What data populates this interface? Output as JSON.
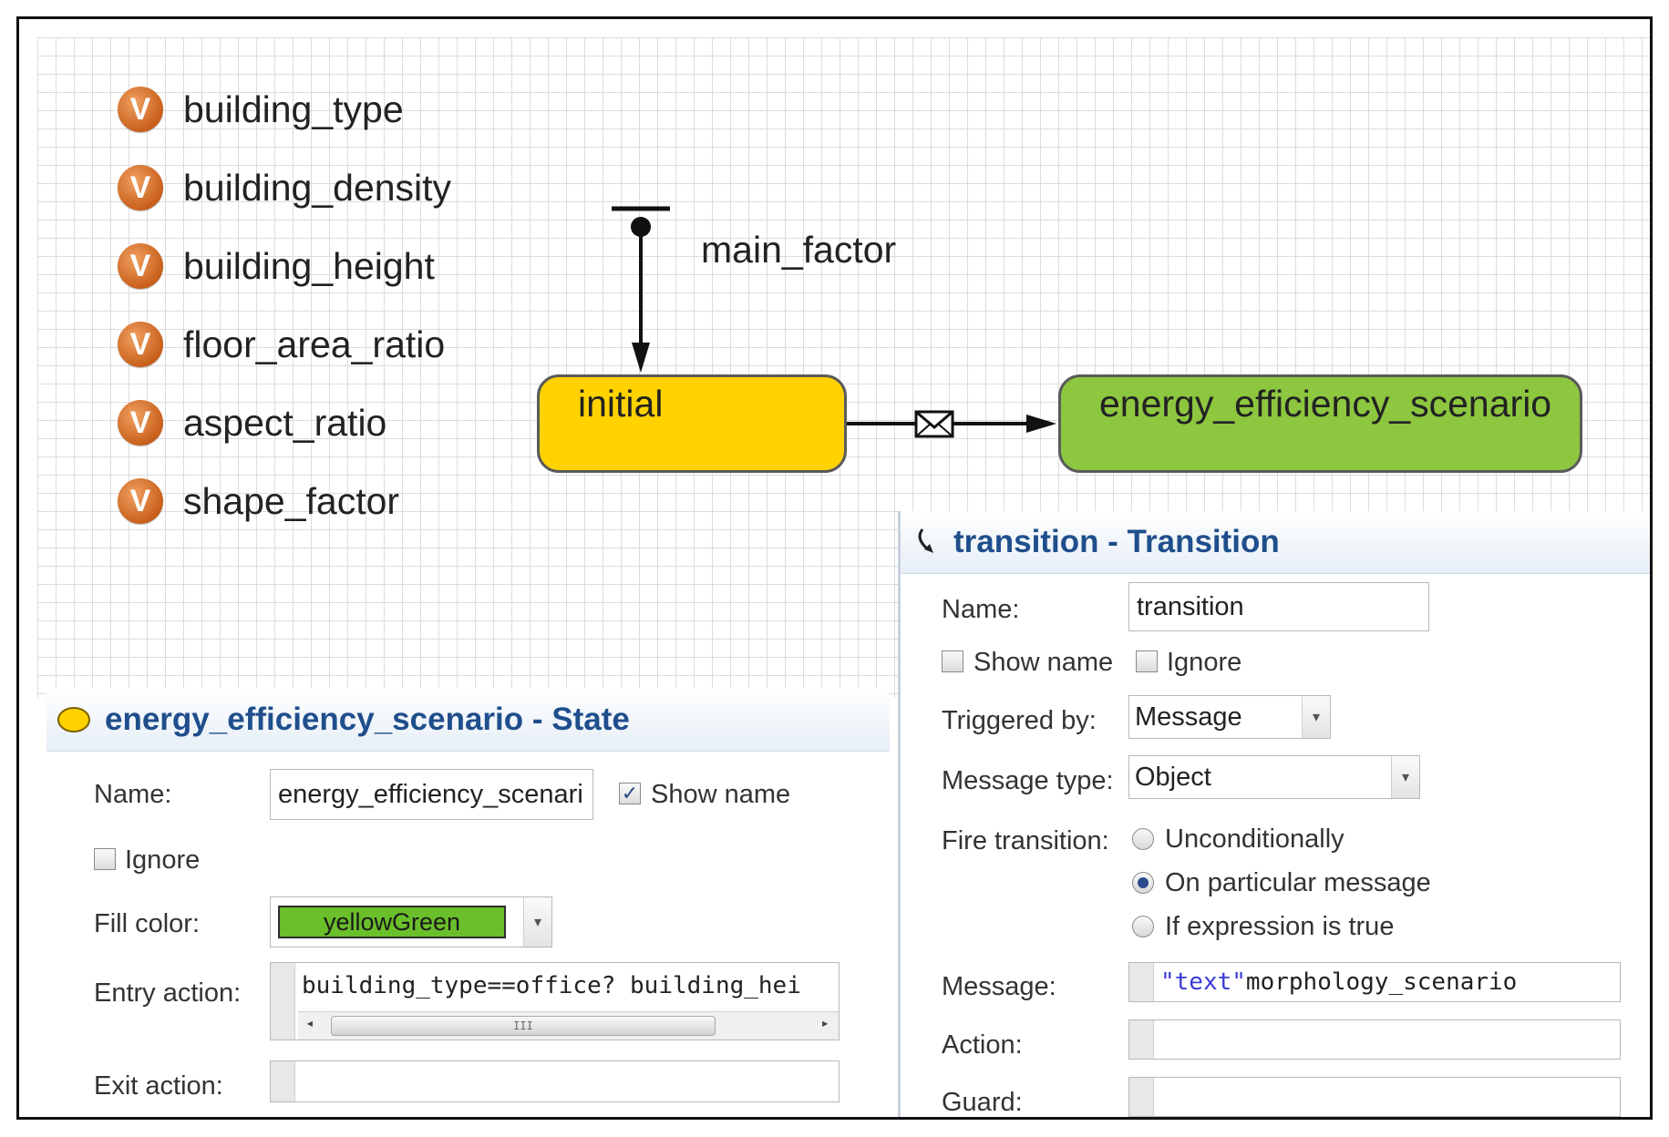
{
  "variables": [
    {
      "icon": "variable-icon",
      "glyph": "V",
      "label": "building_type"
    },
    {
      "icon": "variable-icon",
      "glyph": "V",
      "label": "building_density"
    },
    {
      "icon": "variable-icon",
      "glyph": "V",
      "label": "building_height"
    },
    {
      "icon": "variable-icon",
      "glyph": "V",
      "label": "floor_area_ratio"
    },
    {
      "icon": "variable-icon",
      "glyph": "V",
      "label": "aspect_ratio"
    },
    {
      "icon": "variable-icon",
      "glyph": "V",
      "label": "shape_factor"
    }
  ],
  "diagram": {
    "entry_point_label": "main_factor",
    "states": {
      "initial": {
        "label": "initial",
        "color": "#ffd200"
      },
      "energy": {
        "label": "energy_efficiency_scenario",
        "color": "#8dc63f"
      }
    },
    "transition_icon": "message-envelope-icon"
  },
  "state_panel": {
    "icon": "state-icon",
    "title": "energy_efficiency_scenario - State",
    "name_label": "Name:",
    "name_value": "energy_efficiency_scenari",
    "show_name_label": "Show name",
    "show_name_checked": true,
    "ignore_label": "Ignore",
    "ignore_checked": false,
    "fill_color_label": "Fill color:",
    "fill_color_value": "yellowGreen",
    "fill_color_hex": "#6abf2a",
    "entry_action_label": "Entry action:",
    "entry_action_value": "building_type==office? building_hei",
    "scroll_thumb": "III",
    "exit_action_label": "Exit action:",
    "exit_action_value": ""
  },
  "transition_panel": {
    "icon": "transition-icon",
    "title": "transition - Transition",
    "name_label": "Name:",
    "name_value": "transition",
    "show_name_label": "Show name",
    "show_name_checked": false,
    "ignore_label": "Ignore",
    "ignore_checked": false,
    "triggered_by_label": "Triggered by:",
    "triggered_by_value": "Message",
    "message_type_label": "Message type:",
    "message_type_value": "Object",
    "fire_transition_label": "Fire transition:",
    "fire_options": [
      {
        "label": "Unconditionally",
        "selected": false
      },
      {
        "label": "On particular message",
        "selected": true
      },
      {
        "label": "If expression is true",
        "selected": false
      }
    ],
    "message_label": "Message:",
    "message_type_hint": "\"text\"",
    "message_value": "morphology_scenario",
    "action_label": "Action:",
    "action_value": "",
    "guard_label": "Guard:",
    "guard_value": ""
  }
}
